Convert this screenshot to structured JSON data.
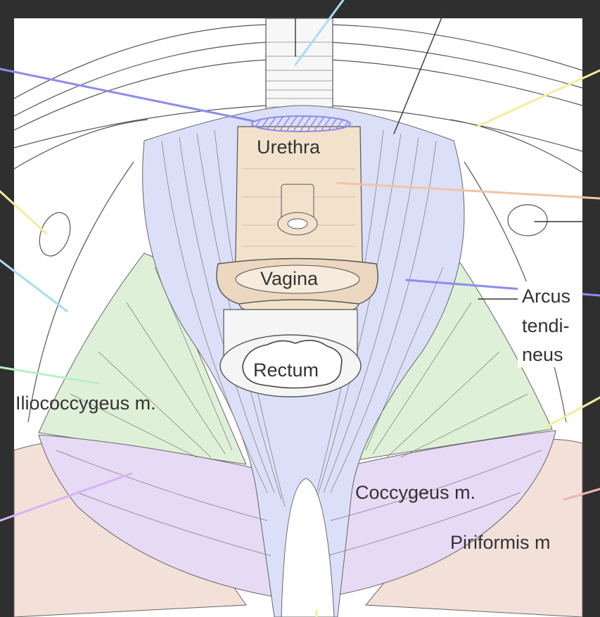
{
  "labels": {
    "urethra": "Urethra",
    "vagina": "Vagina",
    "rectum": "Rectum",
    "iliococcygeus": "Iliococcygeus m.",
    "coccygeus": "Coccygeus m.",
    "piriformis": "Piriformis m",
    "arcus_1": "Arcus",
    "arcus_2": "tendi-",
    "arcus_3": "neus"
  },
  "colors": {
    "background": "#2f2f2f",
    "panel": "#ffffff",
    "levator": "#dcdff8",
    "iliococcygeus": "#dff0d8",
    "coccygeus": "#e6daf5",
    "piriformis": "#f3e0d8",
    "organ": "#f2e2cc",
    "line_blue": "#8c8cec",
    "line_cyan": "#a8def2",
    "line_yellow": "#f2ee9c",
    "line_orange": "#f2c4a4",
    "line_green": "#b8f0c4",
    "line_violet": "#d4b4f4",
    "line_pink": "#f0b4b4"
  }
}
